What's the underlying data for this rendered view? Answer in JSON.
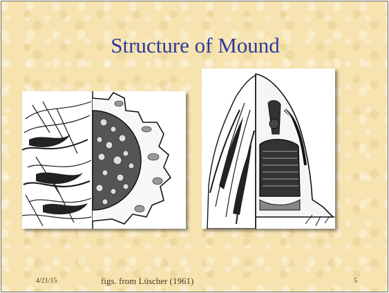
{
  "slide": {
    "title": "Structure of Mound",
    "footer": {
      "date": "4/21/15",
      "caption": "figs. from Lüscher (1961)",
      "page_number": "5"
    },
    "figures": [
      {
        "name": "mound-top-view-illustration"
      },
      {
        "name": "mound-cross-section-illustration"
      }
    ],
    "colors": {
      "background": "#f6e3b0",
      "title": "#2d3a9c",
      "border": "#6b6b6b"
    }
  }
}
